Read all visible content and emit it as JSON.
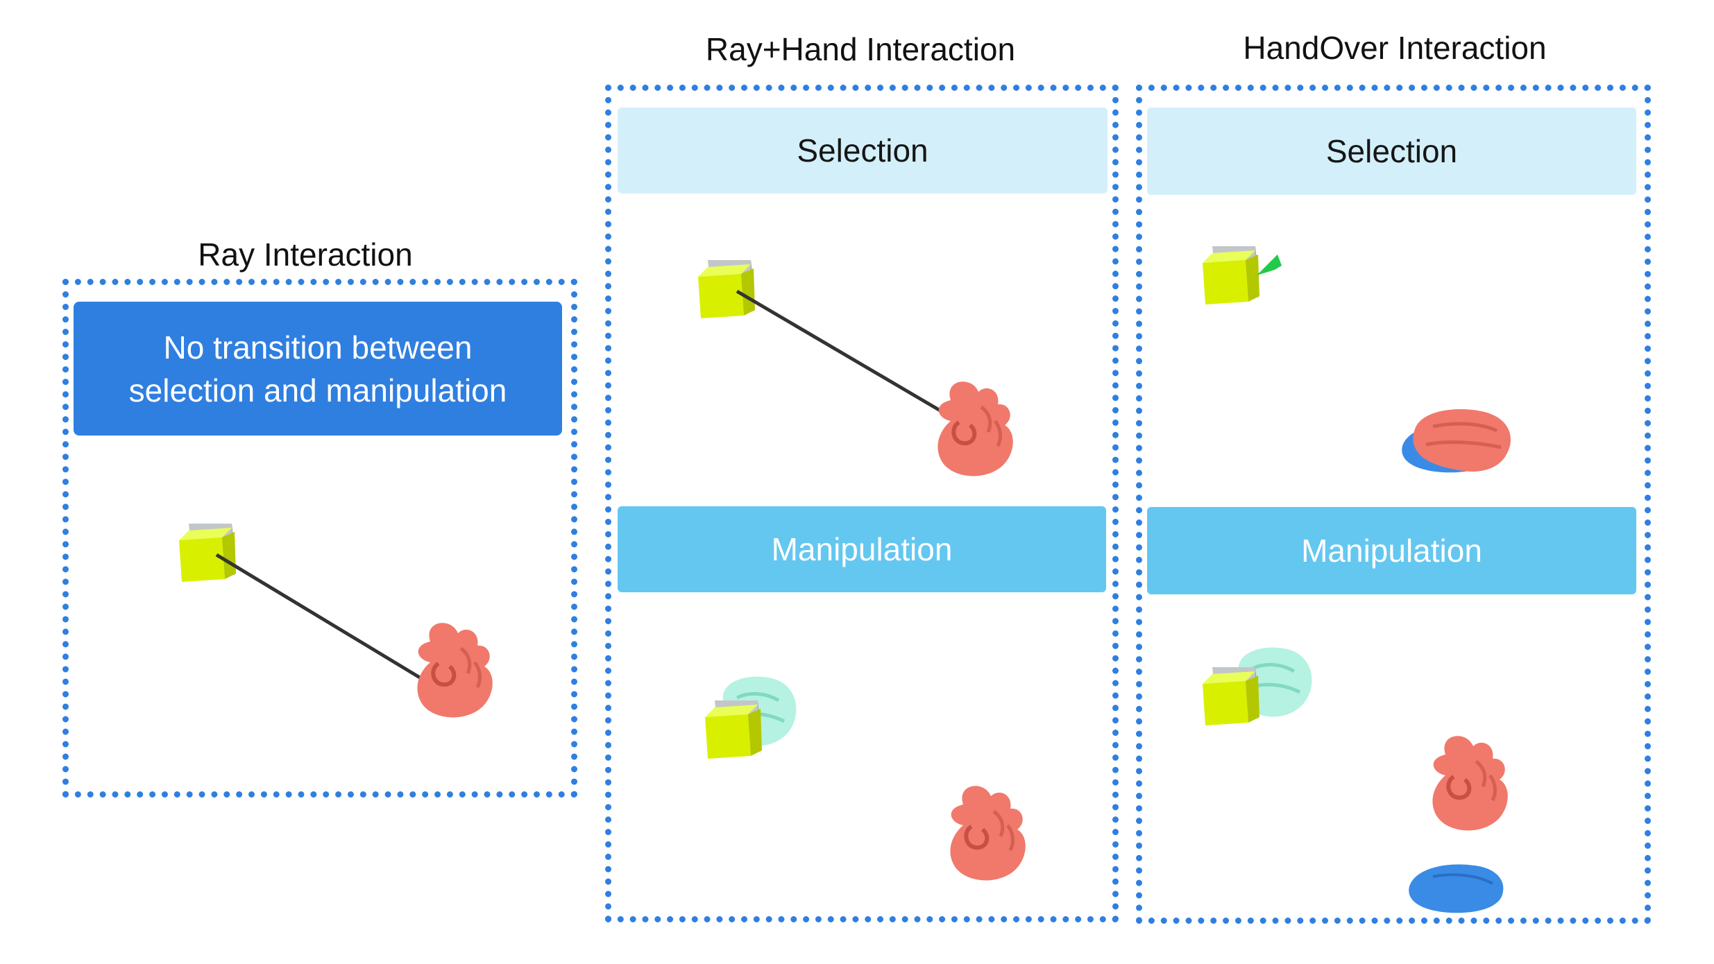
{
  "panels": {
    "ray": {
      "title": "Ray Interaction",
      "note_line1": "No transition between",
      "note_line2": "selection and manipulation"
    },
    "rayhand": {
      "title": "Ray+Hand Interaction",
      "selection_label": "Selection",
      "manipulation_label": "Manipulation"
    },
    "handover": {
      "title": "HandOver Interaction",
      "selection_label": "Selection",
      "manipulation_label": "Manipulation"
    }
  },
  "colors": {
    "frame_border": "#2f7fe0",
    "note_band": "#2f7fe0",
    "selection_band": "#d3effa",
    "manipulation_band": "#64c7f0",
    "cube_yellow": "#d8f000",
    "cube_grey": "#b8bcbf",
    "hand_salmon": "#f0796b",
    "hand_blue": "#3a8be6",
    "ghost_hand": "#a8f0dc",
    "pointer_green": "#22c94a",
    "ray_line": "#333333"
  },
  "icons": [
    "cube-icon",
    "hand-ok-icon",
    "hand-grab-icon",
    "hand-flat-icon",
    "ghost-hand-icon",
    "pointer-cone-icon",
    "ray-line"
  ]
}
